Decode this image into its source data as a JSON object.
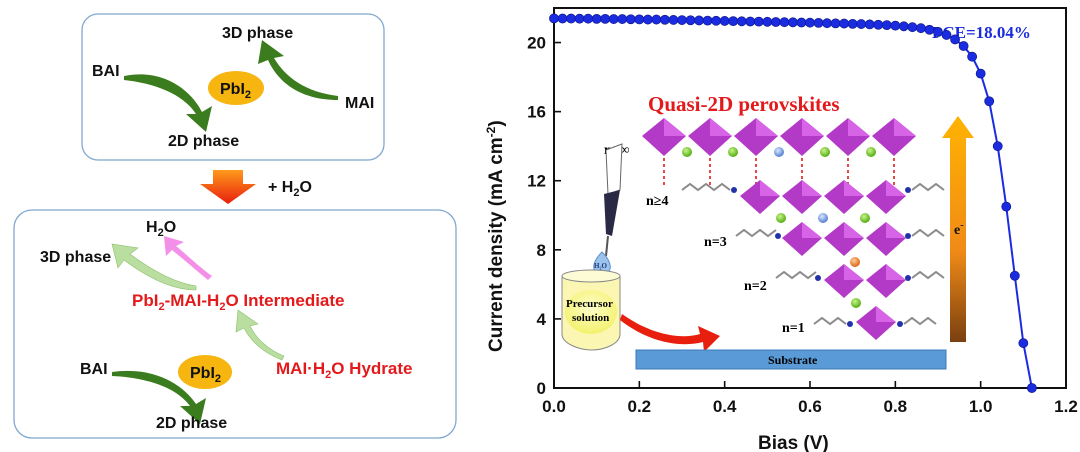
{
  "scheme": {
    "top_panel": {
      "label_3d": "3D phase",
      "label_bai": "BAI",
      "label_pbi2": "PbI",
      "label_pbi2_sub": "2",
      "label_mai": "MAI",
      "label_2d": "2D phase"
    },
    "transition": {
      "label": "+ H",
      "sub": "2",
      "tail": "O"
    },
    "bottom_panel": {
      "label_h2o": "H",
      "label_h2o_sub": "2",
      "label_h2o_tail": "O",
      "label_3d": "3D phase",
      "intermediate": {
        "a": "PbI",
        "a_sub": "2",
        "b": "-MAI-H",
        "b_sub": "2",
        "c": "O Intermediate"
      },
      "label_bai": "BAI",
      "label_pbi2": "PbI",
      "label_pbi2_sub": "2",
      "hydrate": {
        "a": "MAI·H",
        "a_sub": "2",
        "b": "O Hydrate"
      },
      "label_2d": "2D phase"
    }
  },
  "inset": {
    "title": "Quasi-2D perovskites",
    "rows": [
      "n≈∞",
      "n≥4",
      "n=3",
      "n=2",
      "n=1"
    ],
    "electron_label": "e",
    "electron_sup": "-",
    "droplet_label": "H₂O",
    "beaker_label_1": "Precursor",
    "beaker_label_2": "solution",
    "substrate_label": "Substrate"
  },
  "chart_data": {
    "type": "line",
    "title": "",
    "annotation": "PCE=18.04%",
    "xlabel": "Bias (V)",
    "ylabel": "Current density (mA cm",
    "ylabel_sup": "-2",
    "ylabel_tail": ")",
    "xlim": [
      0,
      1.2
    ],
    "ylim": [
      0,
      22
    ],
    "xticks": [
      "0.0",
      "0.2",
      "0.4",
      "0.6",
      "0.8",
      "1.0",
      "1.2"
    ],
    "yticks": [
      "0",
      "4",
      "8",
      "12",
      "16",
      "20"
    ],
    "series_color": "#1a2be0",
    "x": [
      0.0,
      0.02,
      0.04,
      0.06,
      0.08,
      0.1,
      0.12,
      0.14,
      0.16,
      0.18,
      0.2,
      0.22,
      0.24,
      0.26,
      0.28,
      0.3,
      0.32,
      0.34,
      0.36,
      0.38,
      0.4,
      0.42,
      0.44,
      0.46,
      0.48,
      0.5,
      0.52,
      0.54,
      0.56,
      0.58,
      0.6,
      0.62,
      0.64,
      0.66,
      0.68,
      0.7,
      0.72,
      0.74,
      0.76,
      0.78,
      0.8,
      0.82,
      0.84,
      0.86,
      0.88,
      0.9,
      0.92,
      0.94,
      0.96,
      0.98,
      1.0,
      1.02,
      1.04,
      1.06,
      1.08,
      1.1,
      1.12
    ],
    "y": [
      21.4,
      21.39,
      21.39,
      21.38,
      21.38,
      21.37,
      21.37,
      21.36,
      21.36,
      21.35,
      21.34,
      21.33,
      21.33,
      21.32,
      21.31,
      21.3,
      21.29,
      21.28,
      21.27,
      21.26,
      21.25,
      21.24,
      21.23,
      21.22,
      21.21,
      21.2,
      21.19,
      21.18,
      21.17,
      21.16,
      21.15,
      21.14,
      21.12,
      21.11,
      21.1,
      21.08,
      21.07,
      21.05,
      21.03,
      21.01,
      20.98,
      20.94,
      20.89,
      20.83,
      20.74,
      20.61,
      20.44,
      20.18,
      19.8,
      19.18,
      18.2,
      16.6,
      14.0,
      10.5,
      6.5,
      2.6,
      0.0
    ]
  }
}
